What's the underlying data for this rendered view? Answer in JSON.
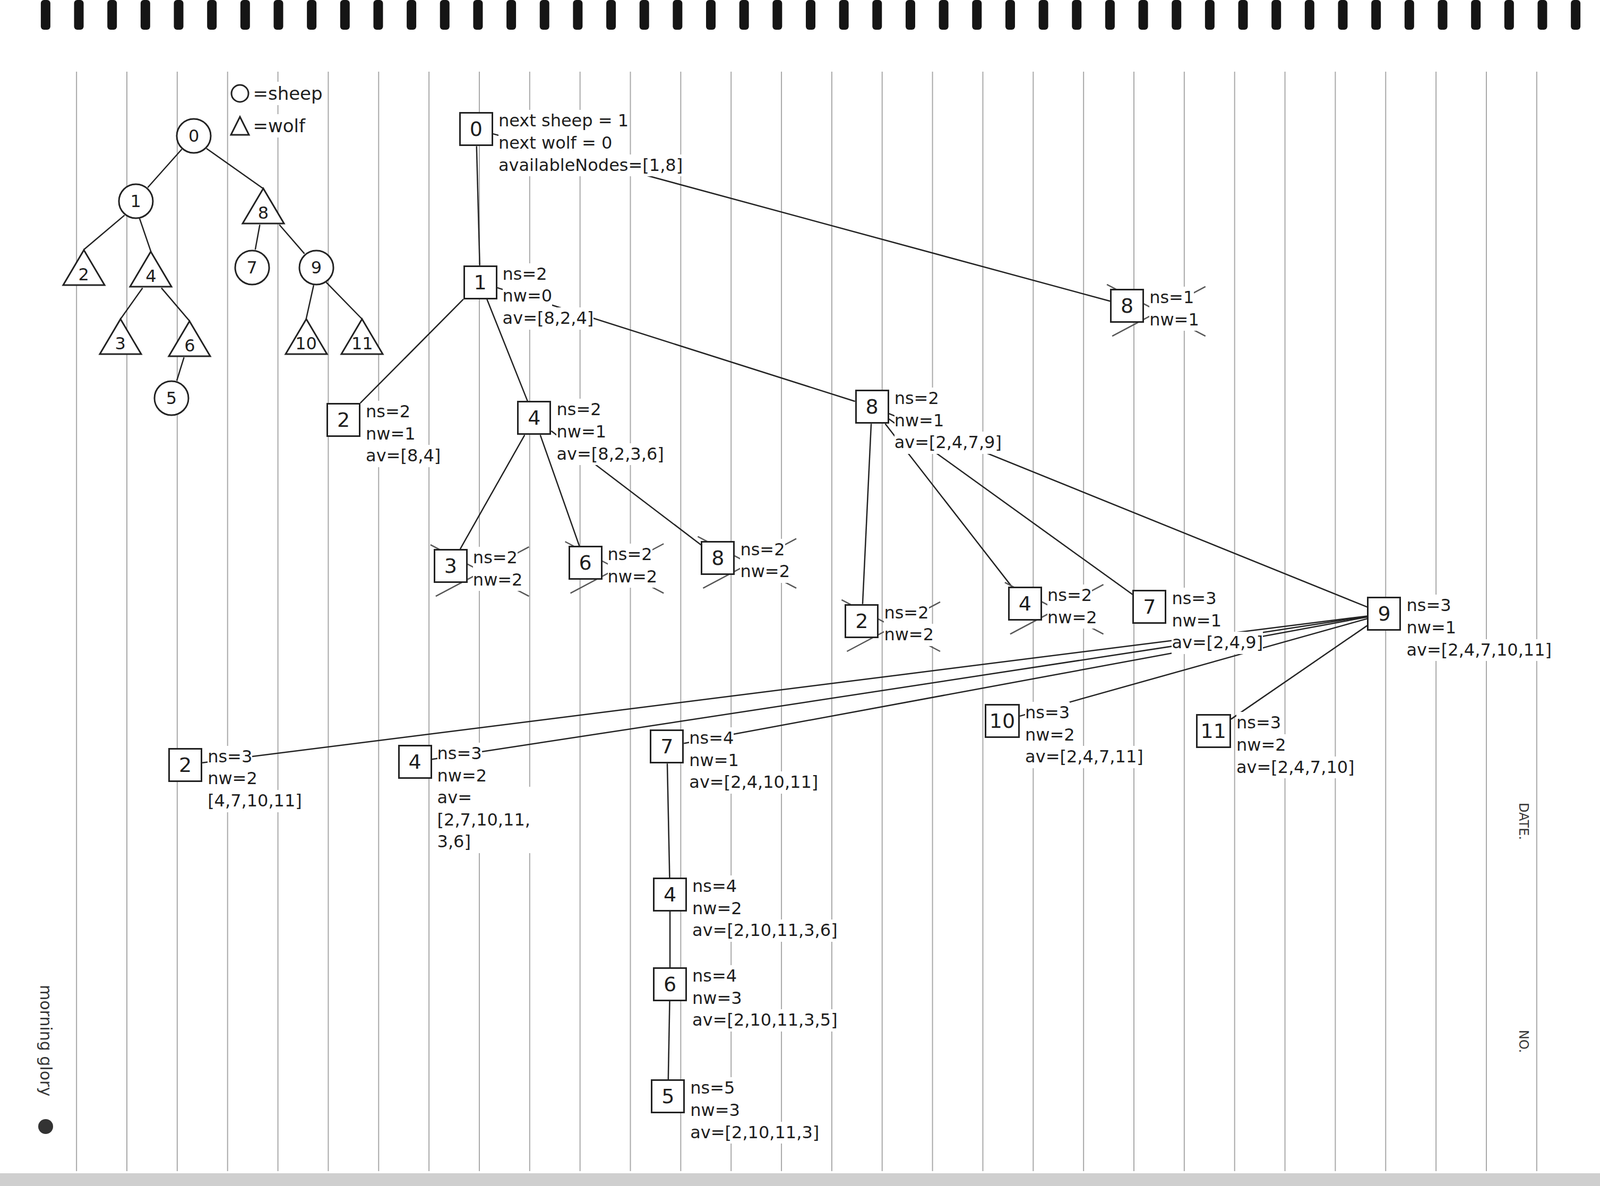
{
  "diagram": {
    "nodes": [
      {
        "text": [
          "0"
        ]
      },
      {
        "text": [
          "1"
        ]
      },
      {
        "text": [
          "8"
        ]
      },
      {
        "text": [
          "2"
        ]
      },
      {
        "text": [
          "4"
        ]
      },
      {
        "text": [
          "7"
        ]
      },
      {
        "text": [
          "9"
        ]
      },
      {
        "text": [
          "3"
        ]
      },
      {
        "text": [
          "6"
        ]
      },
      {
        "text": [
          "5"
        ]
      },
      {
        "text": [
          "10"
        ]
      },
      {
        "text": [
          "11"
        ]
      },
      {
        "text": [
          "0",
          "next sheep = 1",
          "next wolf = 0",
          "availableNodes=[1,8]"
        ]
      },
      {
        "text": [
          "1",
          "ns=2",
          "nw=0",
          "av=[8,2,4]"
        ]
      },
      {
        "text": [
          "8",
          "ns=1",
          "nw=1"
        ]
      },
      {
        "text": [
          "2",
          "ns=2",
          "nw=1",
          "av=[8,4]"
        ]
      },
      {
        "text": [
          "4",
          "ns=2",
          "nw=1",
          "av=[8,2,3,6]"
        ]
      },
      {
        "text": [
          "8",
          "ns=2",
          "nw=1",
          "av=[2,4,7,9]"
        ]
      },
      {
        "text": [
          "3",
          "ns=2",
          "nw=2"
        ]
      },
      {
        "text": [
          "6",
          "ns=2",
          "nw=2"
        ]
      },
      {
        "text": [
          "8",
          "ns=2",
          "nw=2"
        ]
      },
      {
        "text": [
          "2",
          "ns=2",
          "nw=2"
        ]
      },
      {
        "text": [
          "4",
          "ns=2",
          "nw=2"
        ]
      },
      {
        "text": [
          "7",
          "ns=3",
          "nw=1",
          "av=[2,4,9]"
        ]
      },
      {
        "text": [
          "9",
          "ns=3",
          "nw=1",
          "av=[2,4,7,10,11]"
        ]
      },
      {
        "text": [
          "2",
          "ns=3",
          "nw=2",
          "[4,7,10,11]"
        ]
      },
      {
        "text": [
          "4",
          "ns=3",
          "nw=2",
          "av=[2,7,10,11, 3,6]"
        ]
      },
      {
        "text": [
          "7",
          "ns=4",
          "nw=1",
          "av=[2,4,10,11]"
        ]
      },
      {
        "text": [
          "10",
          "ns=3",
          "nw=2",
          "av=[2,4,7,11]"
        ]
      },
      {
        "text": [
          "11",
          "ns=3",
          "nw=2",
          "av=[2,4,7,10]"
        ]
      },
      {
        "text": [
          "4",
          "ns=4",
          "nw=2",
          "av=[2,10,11,3,6]"
        ]
      },
      {
        "text": [
          "6",
          "ns=4",
          "nw=3",
          "av=[2,10,11,3,5]"
        ]
      },
      {
        "text": [
          "5",
          "ns=5",
          "nw=3",
          "av=[2,10,11,3]"
        ]
      }
    ],
    "edges": [
      {
        "from": 0,
        "to": 1,
        "arrow": "none"
      },
      {
        "from": 0,
        "to": 2,
        "arrow": "none"
      },
      {
        "from": 1,
        "to": 3,
        "arrow": "none"
      },
      {
        "from": 1,
        "to": 4,
        "arrow": "none"
      },
      {
        "from": 4,
        "to": 7,
        "arrow": "none"
      },
      {
        "from": 4,
        "to": 8,
        "arrow": "none"
      },
      {
        "from": 8,
        "to": 9,
        "arrow": "none"
      },
      {
        "from": 2,
        "to": 5,
        "arrow": "none"
      },
      {
        "from": 2,
        "to": 6,
        "arrow": "none"
      },
      {
        "from": 6,
        "to": 10,
        "arrow": "none"
      },
      {
        "from": 6,
        "to": 11,
        "arrow": "none"
      },
      {
        "from": 12,
        "to": 13,
        "arrow": "none"
      },
      {
        "from": 12,
        "to": 14,
        "arrow": "none"
      },
      {
        "from": 13,
        "to": 15,
        "arrow": "none"
      },
      {
        "from": 13,
        "to": 16,
        "arrow": "none"
      },
      {
        "from": 13,
        "to": 17,
        "arrow": "none"
      },
      {
        "from": 16,
        "to": 18,
        "arrow": "none"
      },
      {
        "from": 16,
        "to": 19,
        "arrow": "none"
      },
      {
        "from": 16,
        "to": 20,
        "arrow": "none"
      },
      {
        "from": 17,
        "to": 21,
        "arrow": "none"
      },
      {
        "from": 17,
        "to": 22,
        "arrow": "none"
      },
      {
        "from": 17,
        "to": 23,
        "arrow": "none"
      },
      {
        "from": 17,
        "to": 24,
        "arrow": "none"
      },
      {
        "from": 24,
        "to": 25,
        "arrow": "none"
      },
      {
        "from": 24,
        "to": 26,
        "arrow": "none"
      },
      {
        "from": 24,
        "to": 27,
        "arrow": "none"
      },
      {
        "from": 24,
        "to": 28,
        "arrow": "none"
      },
      {
        "from": 24,
        "to": 29,
        "arrow": "none"
      },
      {
        "from": 27,
        "to": 30,
        "arrow": "none"
      },
      {
        "from": 30,
        "to": 31,
        "arrow": "none"
      },
      {
        "from": 31,
        "to": 32,
        "arrow": "none"
      }
    ],
    "labels": [
      "morning glory",
      "DATE.",
      "NO."
    ],
    "legend": [
      {
        "text": "=sheep"
      },
      {
        "text": "=wolf"
      }
    ]
  }
}
